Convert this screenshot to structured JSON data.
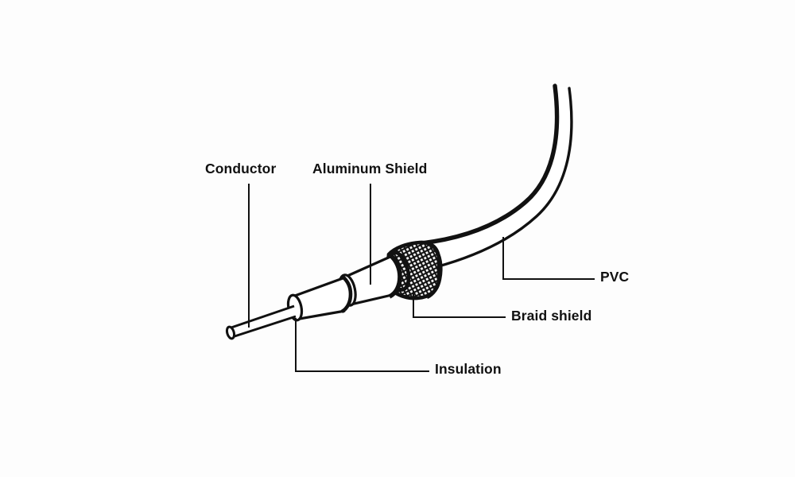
{
  "figure": {
    "title": "Coaxial cable cutaway diagram",
    "background_color": "#fdfdfd",
    "line_color": "#111111",
    "fill_color": "#ffffff"
  },
  "labels": {
    "conductor": "Conductor",
    "aluminum_shield": "Aluminum Shield",
    "pvc": "PVC",
    "braid_shield": "Braid shield",
    "insulation": "Insulation"
  },
  "layers": [
    {
      "name": "conductor",
      "label": "Conductor",
      "order": 1,
      "texture": "solid"
    },
    {
      "name": "insulation",
      "label": "Insulation",
      "order": 2,
      "texture": "solid"
    },
    {
      "name": "aluminum-shield",
      "label": "Aluminum Shield",
      "order": 3,
      "texture": "solid"
    },
    {
      "name": "braid-shield",
      "label": "Braid shield",
      "order": 4,
      "texture": "cross-hatch-mesh"
    },
    {
      "name": "pvc",
      "label": "PVC",
      "order": 5,
      "texture": "solid"
    }
  ]
}
